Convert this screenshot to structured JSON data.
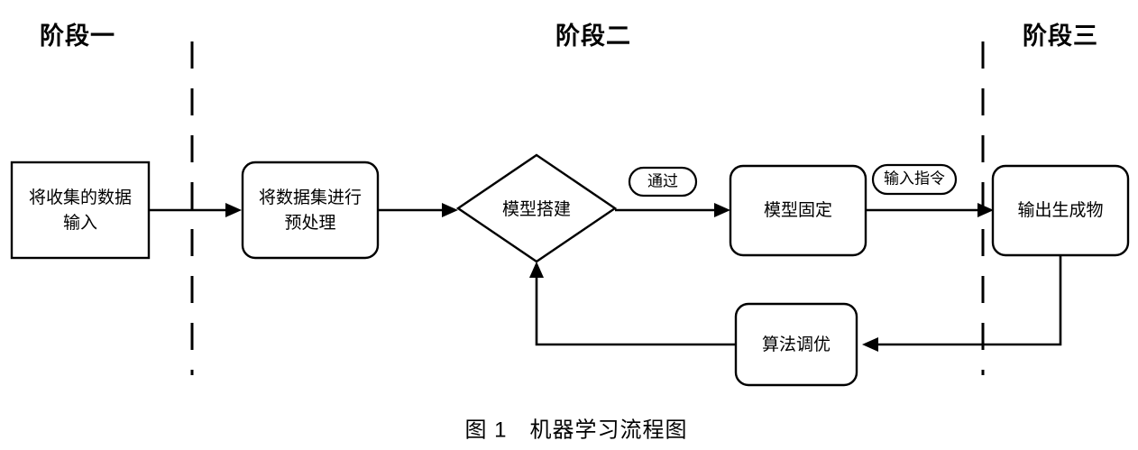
{
  "figure": {
    "caption": "图 1　机器学习流程图",
    "background_color": "#ffffff",
    "line_color": "#000000"
  },
  "stages": [
    {
      "id": "stage-one",
      "label": "阶段一"
    },
    {
      "id": "stage-two",
      "label": "阶段二"
    },
    {
      "id": "stage-three",
      "label": "阶段三"
    }
  ],
  "dividers": [
    {
      "id": "divider-left",
      "style": "dashed"
    },
    {
      "id": "divider-right",
      "style": "dashed"
    }
  ],
  "nodes": [
    {
      "id": "node-data-input",
      "shape": "rectangle",
      "line1": "将收集的数据",
      "line2": "输入",
      "stage": "阶段一"
    },
    {
      "id": "node-preprocess",
      "shape": "rounded-rectangle",
      "line1": "将数据集进行",
      "line2": "预处理",
      "stage": "阶段二"
    },
    {
      "id": "node-model-build",
      "shape": "diamond",
      "line1": "模型搭建",
      "line2": "",
      "stage": "阶段二"
    },
    {
      "id": "node-model-fixed",
      "shape": "rounded-rectangle",
      "line1": "模型固定",
      "line2": "",
      "stage": "阶段二"
    },
    {
      "id": "node-output",
      "shape": "rounded-rectangle",
      "line1": "输出生成物",
      "line2": "",
      "stage": "阶段三"
    },
    {
      "id": "node-algorithm-tuning",
      "shape": "rounded-rectangle",
      "line1": "算法调优",
      "line2": "",
      "stage": "阶段二"
    }
  ],
  "edge_labels": [
    {
      "id": "edge-label-pass",
      "label": "通过",
      "shape": "pill"
    },
    {
      "id": "edge-label-input-command",
      "label": "输入指令",
      "shape": "pill"
    }
  ]
}
